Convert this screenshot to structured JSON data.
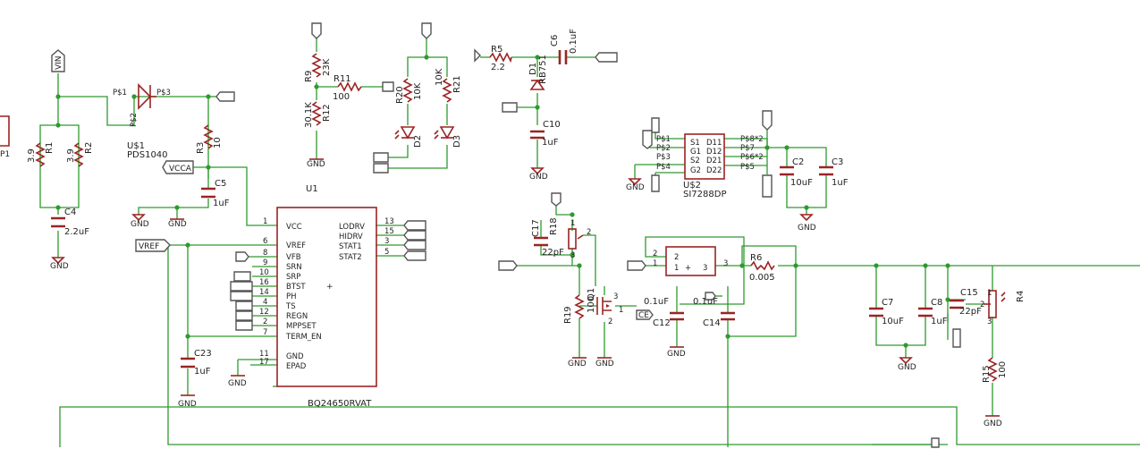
{
  "colors": {
    "wire": "#2e9a2e",
    "part": "#9b2424",
    "label": "#555555"
  },
  "ports": {
    "vin": "VIN",
    "vcca": "VCCA",
    "vref": "VREF",
    "ce": "CE"
  },
  "gnd": "GND",
  "parts": {
    "r1": {
      "name": "R1",
      "value": "3.9"
    },
    "r2": {
      "name": "R2",
      "value": "3.9"
    },
    "c4": {
      "name": "C4",
      "value": "2.2uF"
    },
    "u1_diode": {
      "name": "U$1",
      "value": "PDS1040",
      "pin1": "P$1",
      "pin2": "P$2",
      "pin3": "P$3"
    },
    "r3": {
      "name": "R3",
      "value": "10"
    },
    "c5": {
      "name": "C5",
      "value": "1uF"
    },
    "r9": {
      "name": "R9",
      "value": "23K"
    },
    "r12": {
      "name": "R12",
      "value": "30.1K"
    },
    "r11": {
      "name": "R11",
      "value": "100"
    },
    "r20": {
      "name": "R20",
      "value": "10K"
    },
    "r21": {
      "name": "R21",
      "value": "10K"
    },
    "d2": {
      "name": "D2"
    },
    "d3": {
      "name": "D3"
    },
    "r5": {
      "name": "R5",
      "value": "2.2"
    },
    "c6": {
      "name": "C6",
      "value": "0.1uF"
    },
    "d1": {
      "name": "D1",
      "value": "RB751"
    },
    "c10": {
      "name": "C10",
      "value": "1uF"
    },
    "u2": {
      "name": "U$2",
      "value": "SI7288DP",
      "left_pins": [
        "P$1",
        "P$2",
        "P$3",
        "P$4"
      ],
      "inner_left": [
        "S1",
        "G1",
        "S2",
        "G2"
      ],
      "inner_right": [
        "D11",
        "D12",
        "D21",
        "D22"
      ],
      "right_pins": [
        "P$8*2",
        "P$7",
        "P$6*2",
        "P$5"
      ]
    },
    "c2": {
      "name": "C2",
      "value": "10uF"
    },
    "c3": {
      "name": "C3",
      "value": "1uF"
    },
    "u1": {
      "name": "U1",
      "value": "BQ24650RVAT",
      "left_pins": [
        {
          "num": "1",
          "name": "VCC"
        },
        {
          "num": "6",
          "name": "VREF"
        },
        {
          "num": "8",
          "name": "VFB"
        },
        {
          "num": "9",
          "name": "SRN"
        },
        {
          "num": "10",
          "name": "SRP"
        },
        {
          "num": "16",
          "name": "BTST"
        },
        {
          "num": "14",
          "name": "PH"
        },
        {
          "num": "4",
          "name": "TS"
        },
        {
          "num": "12",
          "name": "REGN"
        },
        {
          "num": "2",
          "name": "MPPSET"
        },
        {
          "num": "7",
          "name": "TERM_EN"
        },
        {
          "num": "11",
          "name": "GND"
        },
        {
          "num": "17",
          "name": "EPAD"
        }
      ],
      "right_pins": [
        {
          "num": "13",
          "name": "LODRV"
        },
        {
          "num": "15",
          "name": "HIDRV"
        },
        {
          "num": "3",
          "name": "STAT1"
        },
        {
          "num": "5",
          "name": "STAT2"
        }
      ]
    },
    "c23": {
      "name": "C23",
      "value": "1uF"
    },
    "c17": {
      "name": "C17",
      "value": "22pF"
    },
    "r18": {
      "name": "R18"
    },
    "r19": {
      "name": "R19",
      "value": "100"
    },
    "q1": {
      "name": "Q1"
    },
    "c12": {
      "name": "C12",
      "value": "0.1uF"
    },
    "c14": {
      "name": "C14",
      "value": "0.1uF"
    },
    "r6": {
      "name": "R6",
      "value": "0.005"
    },
    "c7": {
      "name": "C7",
      "value": "10uF"
    },
    "c8": {
      "name": "C8",
      "value": "1uF"
    },
    "c15": {
      "name": "C15",
      "value": "22pF"
    },
    "r4": {
      "name": "R4"
    },
    "r15": {
      "name": "R15",
      "value": "100"
    },
    "partial_left": {
      "label": "P1"
    }
  },
  "pin_numbers": {
    "one": "1",
    "two": "2",
    "three": "3",
    "plus": "+"
  }
}
